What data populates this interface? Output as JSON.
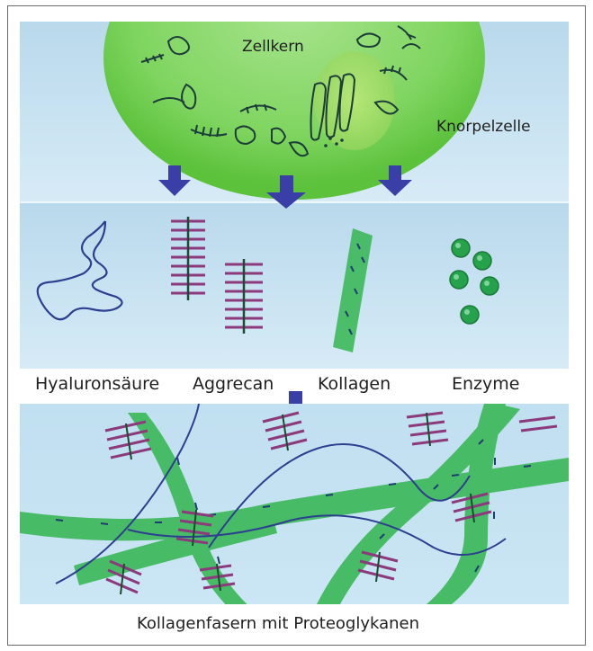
{
  "labels": {
    "nucleus": "Zellkern",
    "cell": "Knorpelzelle",
    "hyaluronic": "Hyaluronsäure",
    "aggrecan": "Aggrecan",
    "collagen": "Kollagen",
    "enzymes": "Enzyme",
    "caption": "Kollagenfasern mit Proteoglykanen"
  },
  "colors": {
    "arrow": "#3a3fa7",
    "cell_green": "#5ec63f",
    "fiber_green": "#3db85a",
    "aggrecan_purple": "#8c3a7c",
    "hyaluronic_blue": "#2d3f8f",
    "panel_blue": "#c4e0f0"
  }
}
